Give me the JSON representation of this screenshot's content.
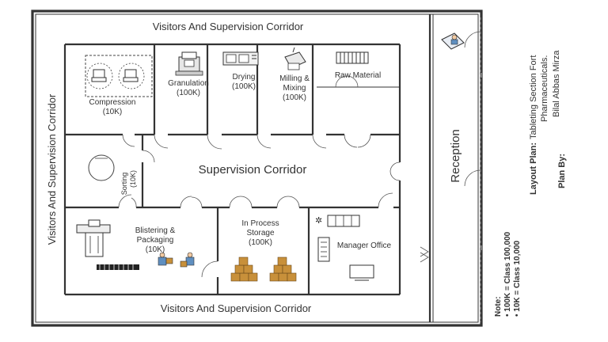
{
  "corridors": {
    "top": "Visitors And Supervision Corridor",
    "bottom": "Visitors And Supervision Corridor",
    "left": "Visitors And Supervision Corridor",
    "center": "Supervision Corridor"
  },
  "rooms": {
    "compression": {
      "name": "Compression",
      "class": "(10K)"
    },
    "granulation": {
      "name": "Granulation",
      "class": "(100K)"
    },
    "drying": {
      "name": "Drying",
      "class": "(100K)"
    },
    "milling": {
      "name_line1": "Milling &",
      "name_line2": "Mixing",
      "class": "(100K)"
    },
    "raw_material": {
      "name": "Raw Material"
    },
    "sorting": {
      "name": "Sorting",
      "class": "(10K)"
    },
    "blistering": {
      "name_line1": "Blistering &",
      "name_line2": "Packaging",
      "class": "(10K)"
    },
    "storage": {
      "name_line1": "In Process",
      "name_line2": "Storage",
      "class": "(100K)"
    },
    "manager": {
      "name": "Manager Office"
    },
    "reception": {
      "name": "Reception"
    }
  },
  "sidebar": {
    "layout_plan_label": "Layout Plan:",
    "layout_plan_line1": "Tableting Section Fort",
    "layout_plan_line2": "Pharmaceuticals.",
    "plan_by_label": "Plan By:",
    "plan_by_value": "Bilal Abbas Mirza",
    "note_label": "Note:",
    "note_items": [
      "• 100K = Class 100,000",
      "• 10K = Class 10,000"
    ]
  },
  "colors": {
    "wall": "#333333",
    "boxes": "#c8903a",
    "person_shirt": "#5f8fc0",
    "background": "#ffffff"
  }
}
